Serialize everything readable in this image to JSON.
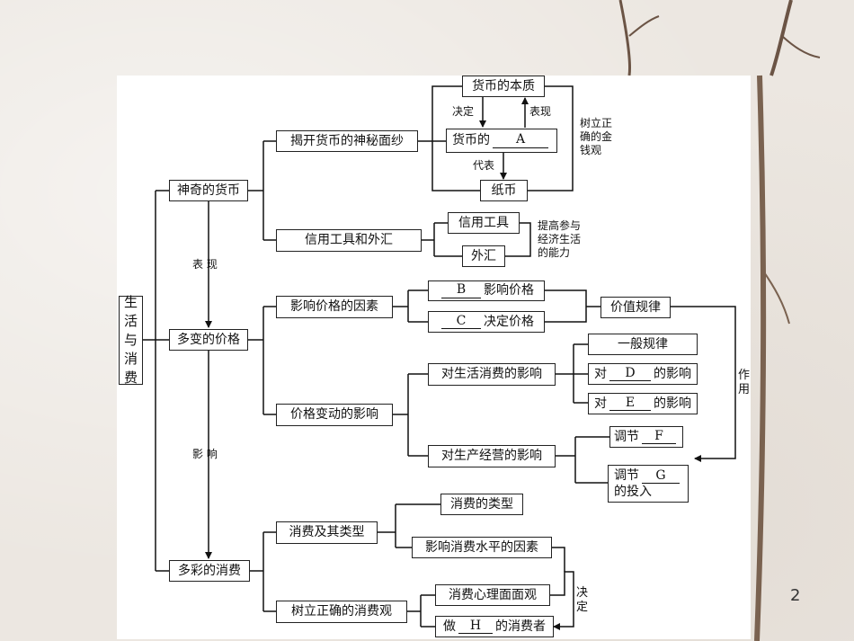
{
  "root": {
    "chars": [
      "生",
      "活",
      "与",
      "消",
      "费"
    ]
  },
  "money": {
    "title": "神奇的货币",
    "unveil": "揭开货币的神秘面纱",
    "essence": "货币的本质",
    "function_prefix": "货币的",
    "blank_a": "A",
    "decide": "决定",
    "show": "表现",
    "represent": "代表",
    "paper": "纸币",
    "value_view": "树立正\n确的金\n钱观",
    "credit_fx": "信用工具和外汇",
    "credit_tool": "信用工具",
    "fx": "外汇",
    "ability": "提高参与\n经济生活\n的能力"
  },
  "links": {
    "show": "表 现",
    "influence": "影 响"
  },
  "price": {
    "title": "多变的价格",
    "factors": "影响价格的因素",
    "blank_b": "B",
    "b_suffix": "影响价格",
    "blank_c": "C",
    "c_suffix": "决定价格",
    "value_law": "价值规律",
    "effect_label": "作\n用",
    "change_effect": "价格变动的影响",
    "life": "对生活消费的影响",
    "general": "一般规律",
    "d_prefix": "对",
    "blank_d": "D",
    "d_suffix": "的影响",
    "e_prefix": "对",
    "blank_e": "E",
    "e_suffix": "的影响",
    "business": "对生产经营的影响",
    "f_prefix": "调节",
    "blank_f": "F",
    "g_prefix": "调节",
    "blank_g": "G",
    "g_suffix": "的投入"
  },
  "consume": {
    "title": "多彩的消费",
    "types": "消费及其类型",
    "kinds": "消费的类型",
    "factors": "影响消费水平的因素",
    "correct": "树立正确的消费观",
    "psych": "消费心理面面观",
    "h_prefix": "做",
    "blank_h": "H",
    "h_suffix": "的消费者",
    "decide": "决\n定"
  },
  "page_number": "2"
}
